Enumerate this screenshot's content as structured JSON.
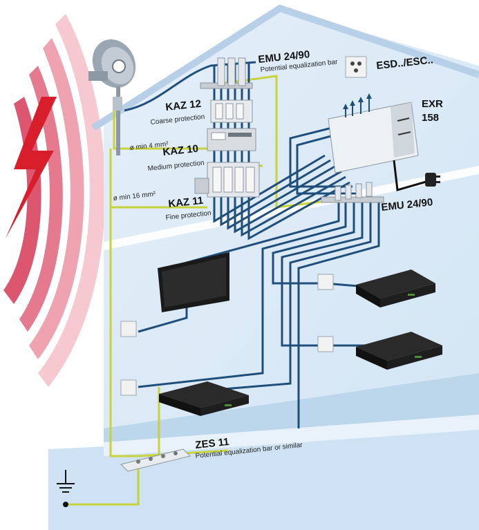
{
  "labels": {
    "emu_top_name": "EMU 24/90",
    "emu_top_sub": "Potential equalization bar",
    "esd_name": "ESD../ESC..",
    "kaz12_name": "KAZ 12",
    "kaz12_sub": "Coarse protection",
    "kaz10_name": "KAZ 10",
    "kaz10_sub": "Medium protection",
    "kaz11_name": "KAZ 11",
    "kaz11_sub": "Fine protection",
    "wire_4": "ø min 4 mm²",
    "wire_16": "ø min 16 mm²",
    "exr_name": "EXR",
    "exr_num": "158",
    "emu_bottom_name": "EMU 24/90",
    "zes_name": "ZES 11",
    "zes_sub": "Potential equalization bar or similar"
  },
  "colors": {
    "cable_blue": "#1f4e7a",
    "ground_yellow": "#c8d23a",
    "lightning_red": "#d81e2a",
    "wall_blue": "#dbeaf6",
    "floor_blue": "#b9d3ea"
  },
  "icons": {
    "lightning": "lightning-bolt-icon",
    "earth": "earth-ground-icon",
    "dish": "satellite-dish-icon",
    "plug": "power-plug-icon"
  }
}
